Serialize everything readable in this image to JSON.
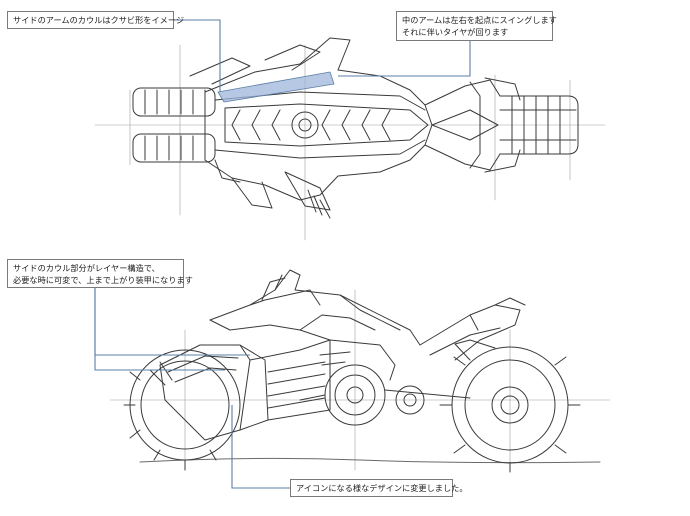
{
  "annotations": {
    "cowl_wedge": "サイドのアームのカウルはクサビ形をイメージ",
    "arm_swing": [
      "中のアームは左右を起点にスイングします",
      "それに伴いタイヤが回ります"
    ],
    "layer_structure": [
      "サイドのカウル部分がレイヤー構造で、",
      "必要な時に可変で、上まで上がり装甲になります"
    ],
    "icon_design": "アイコンになる様なデザインに変更しました。"
  },
  "colors": {
    "leader_line": "#5b7fa6",
    "highlight": "#9fb6dc",
    "pencil": "#3a3a3a",
    "guide": "#9a9a9a"
  }
}
